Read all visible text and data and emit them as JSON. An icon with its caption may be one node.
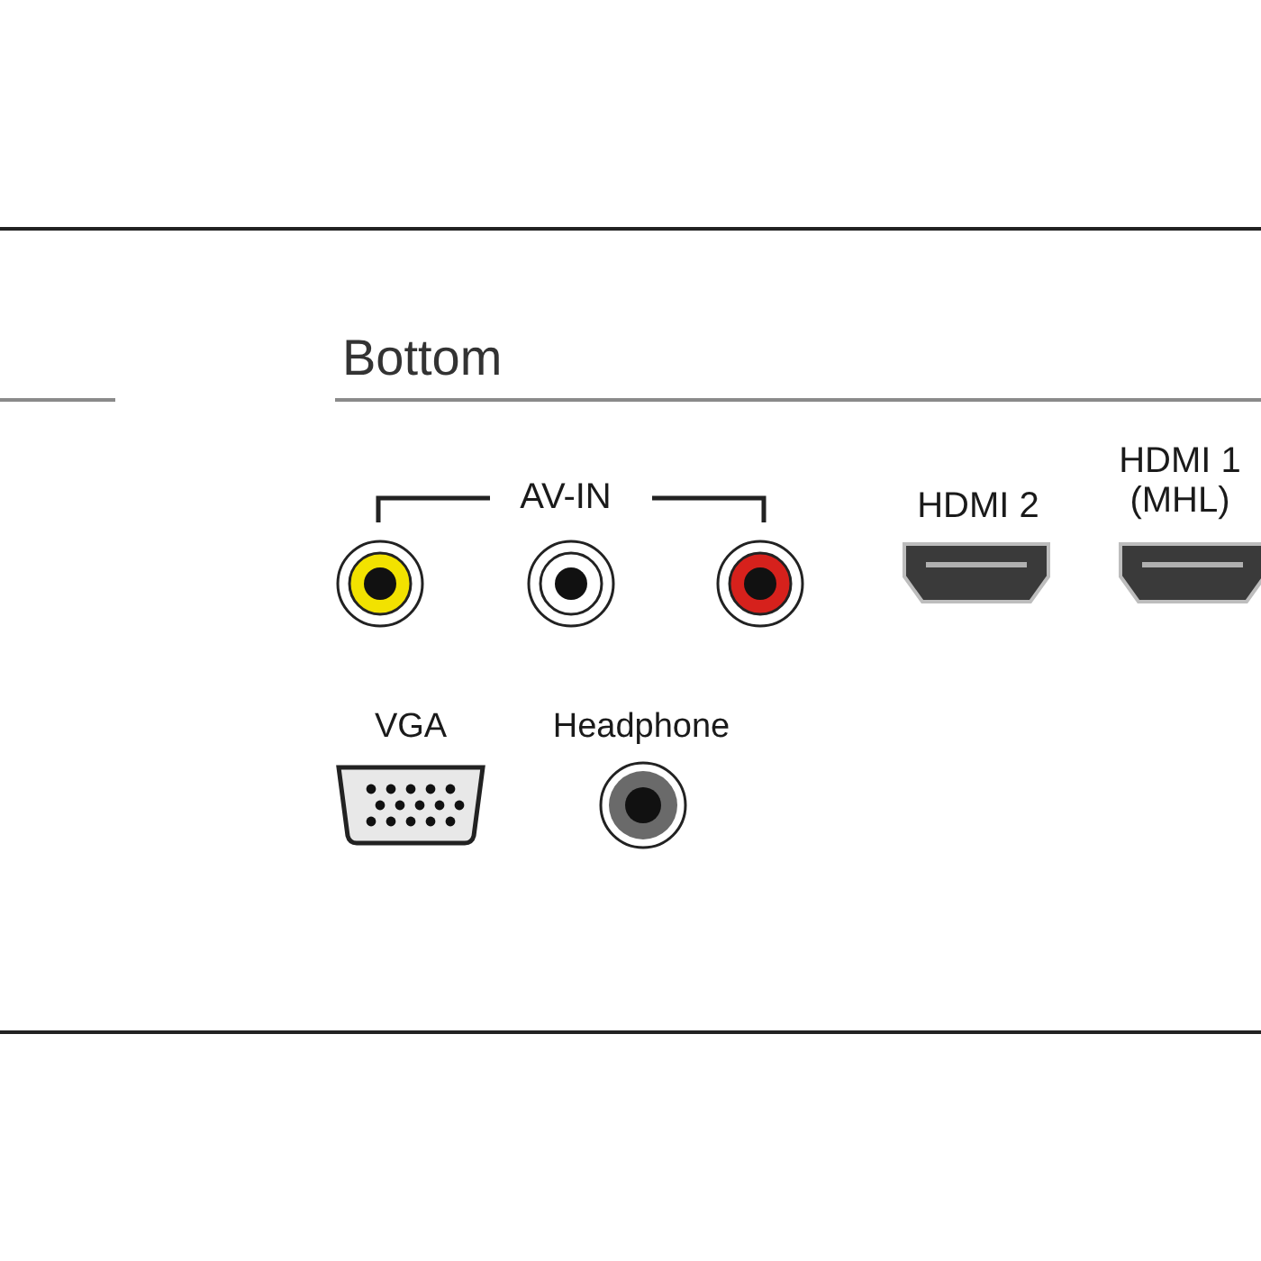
{
  "diagram": {
    "title": "Bottom",
    "labels": [
      "AV-IN",
      "HDMI 2",
      "HDMI 1 (MHL)",
      "VGA",
      "Headphone"
    ]
  }
}
